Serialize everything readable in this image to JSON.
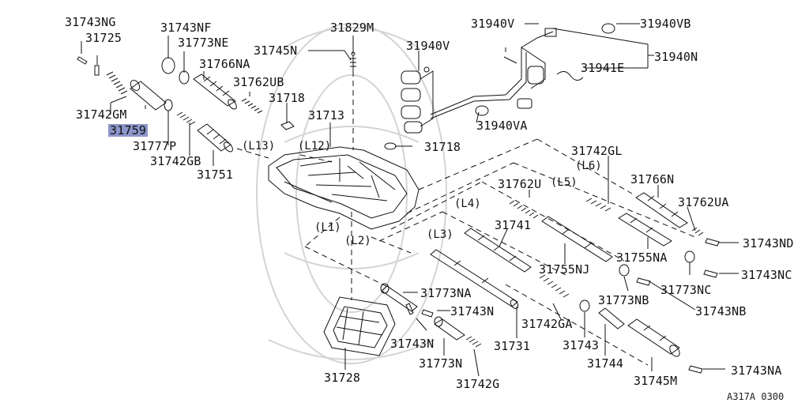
{
  "parts": {
    "p31743NG": "31743NG",
    "p31725": "31725",
    "p31743NF": "31743NF",
    "p31773NE": "31773NE",
    "p31766NA": "31766NA",
    "p31745N": "31745N",
    "p31829M": "31829M",
    "p31940V_top": "31940V",
    "p31940VB": "31940VB",
    "p31940V": "31940V",
    "p31940N": "31940N",
    "p31941E": "31941E",
    "p31762UB": "31762UB",
    "p31718_a": "31718",
    "p31713": "31713",
    "p31742GM": "31742GM",
    "p31759": "31759",
    "p31777P": "31777P",
    "p31742GB": "31742GB",
    "p31751": "31751",
    "p31940VA": "31940VA",
    "p31718_b": "31718",
    "p31742GL": "31742GL",
    "p31766N": "31766N",
    "p31762U": "31762U",
    "p31762UA": "31762UA",
    "p31741": "31741",
    "p31743ND": "31743ND",
    "p31755NA": "31755NA",
    "p31755NJ": "31755NJ",
    "p31773NC": "31773NC",
    "p31743NC": "31743NC",
    "p31773NA": "31773NA",
    "p31743N_a": "31743N",
    "p31773NB": "31773NB",
    "p31743NB": "31743NB",
    "p31743N_b": "31743N",
    "p31742GA": "31742GA",
    "p31731": "31731",
    "p31743": "31743",
    "p31773N": "31773N",
    "p31744": "31744",
    "p31728": "31728",
    "p31742G": "31742G",
    "p31745M": "31745M",
    "p31743NA": "31743NA"
  },
  "sections": {
    "L1": "(L1)",
    "L2": "(L2)",
    "L3": "(L3)",
    "L4": "(L4)",
    "L5": "(L5)",
    "L6": "(L6)",
    "L12": "(L12)",
    "L13": "(L13)"
  },
  "diagram_ref": "A317A 0300",
  "colors": {
    "line": "#111111",
    "highlight": "#8d96c9",
    "watermark": "#cfcfcf"
  }
}
